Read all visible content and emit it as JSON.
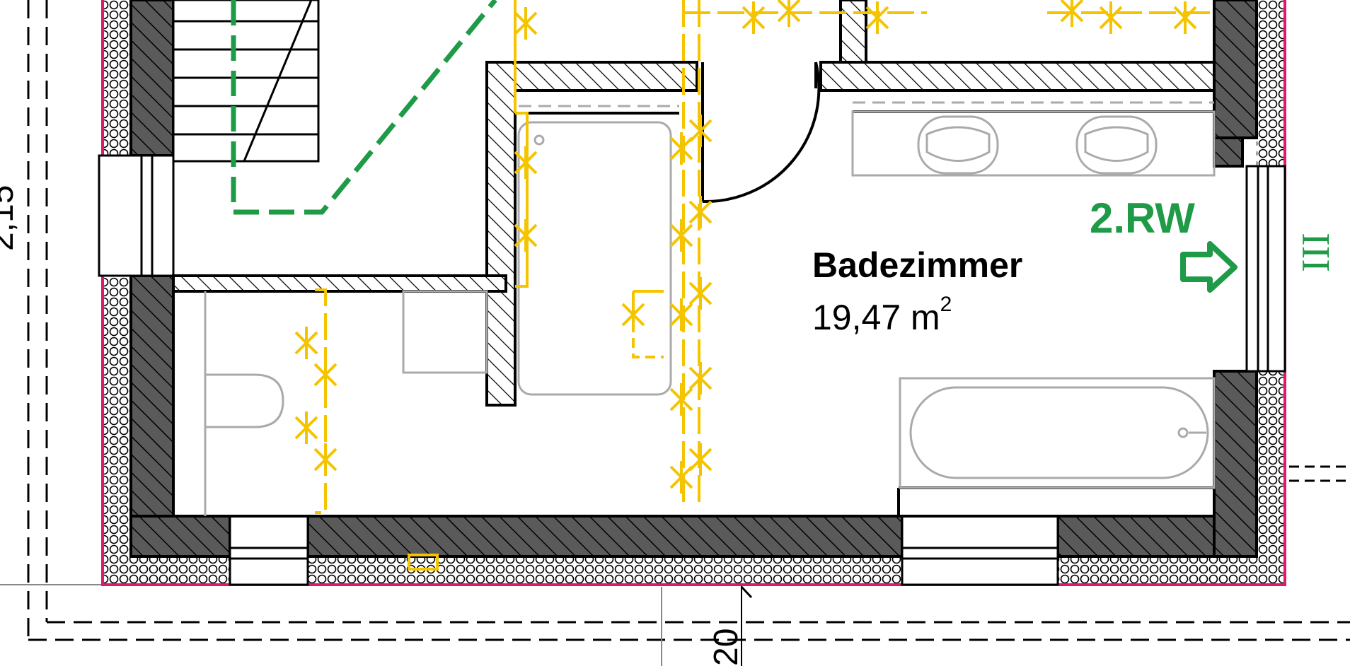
{
  "room": {
    "name": "Badezimmer",
    "area_value": "19,47 m",
    "area_unit_exp": "2"
  },
  "escape_route": {
    "label": "2.RW",
    "window_mark": "III"
  },
  "dimensions": {
    "bottom": "20"
  },
  "colors": {
    "wall_fill": "#555555",
    "insulation_outline": "#e0186c",
    "escape_green": "#1f9a47",
    "electrical_yellow": "#f5c400",
    "fixture_gray": "#aaaaaa"
  },
  "icons": {
    "escape_arrow": "right-arrow-icon",
    "door_swing": "door-swing-icon",
    "stairs": "stairs-icon"
  }
}
